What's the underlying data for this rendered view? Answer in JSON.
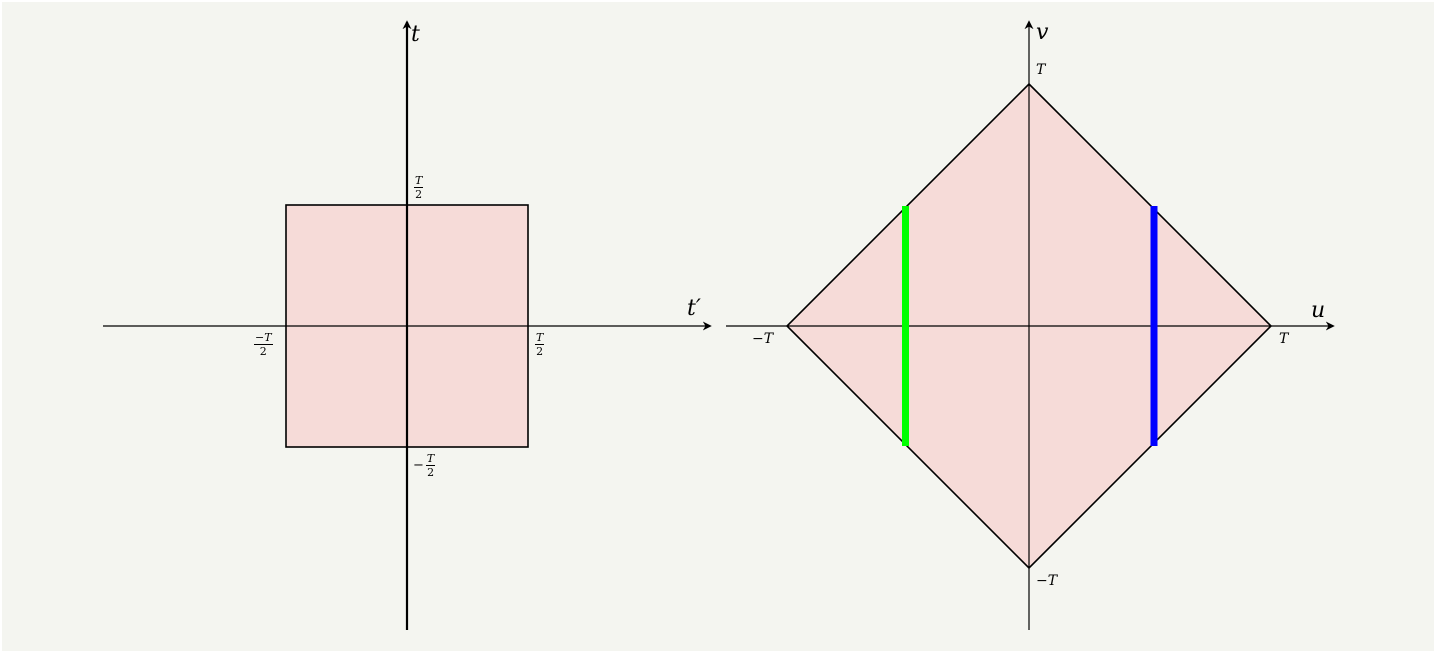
{
  "left_diagram": {
    "horizontal_axis_label": "t′",
    "vertical_axis_label": "t",
    "ticks": {
      "top": {
        "prefix": "",
        "numerator": "T",
        "denominator": "2"
      },
      "bottom": {
        "prefix": "−",
        "numerator": "T",
        "denominator": "2"
      },
      "left": {
        "prefix": "",
        "numerator": "−T",
        "denominator": "2"
      },
      "right": {
        "prefix": "",
        "numerator": "T",
        "denominator": "2"
      }
    },
    "region": {
      "shape": "square",
      "fill": "#f6dbd8",
      "stroke": "#000000"
    }
  },
  "right_diagram": {
    "horizontal_axis_label": "u",
    "vertical_axis_label": "v",
    "ticks": {
      "top": "T",
      "bottom": "−T",
      "left": "−T",
      "right": "T"
    },
    "region": {
      "shape": "diamond",
      "fill": "#f6dbd8",
      "stroke": "#000000"
    },
    "lines": [
      {
        "name": "green-line",
        "color": "#00ff00"
      },
      {
        "name": "blue-line",
        "color": "#0000ff"
      }
    ]
  },
  "colors": {
    "background": "#f4f5f0",
    "region_fill": "#f6dbd8",
    "axis": "#000000",
    "green": "#00ff00",
    "blue": "#0000ff"
  }
}
